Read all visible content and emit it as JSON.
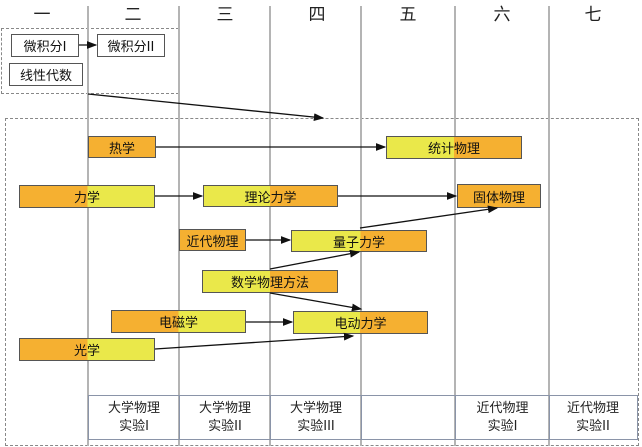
{
  "semesters": [
    "一",
    "二",
    "三",
    "四",
    "五",
    "六",
    "七"
  ],
  "math_courses": {
    "calculus1": "微积分I",
    "calculus2": "微积分II",
    "linear_algebra": "线性代数"
  },
  "courses": {
    "thermal": "热学",
    "statistical": "统计物理",
    "mechanics": "力学",
    "theoretical_mechanics": "理论力学",
    "solid_state": "固体物理",
    "modern_physics": "近代物理",
    "quantum": "量子力学",
    "math_methods": "数学物理方法",
    "electromagnetism": "电磁学",
    "electrodynamics": "电动力学",
    "optics": "光学"
  },
  "labs": [
    {
      "line1": "大学物理",
      "line2": "实验I"
    },
    {
      "line1": "大学物理",
      "line2": "实验II"
    },
    {
      "line1": "大学物理",
      "line2": "实验III"
    },
    {
      "line1": "",
      "line2": ""
    },
    {
      "line1": "近代物理",
      "line2": "实验I"
    },
    {
      "line1": "近代物理",
      "line2": "实验II"
    }
  ],
  "colors": {
    "orange": "#F5B031",
    "yellow": "#EAE84A",
    "grid": "#b4b4b4"
  }
}
